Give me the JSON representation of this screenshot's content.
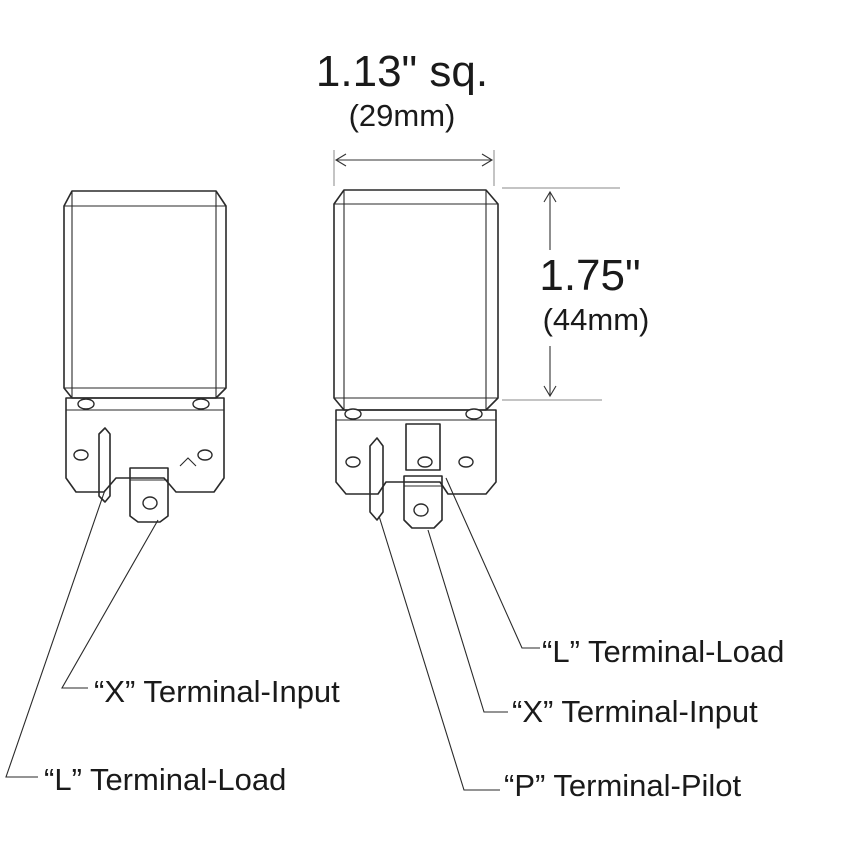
{
  "dimensions": {
    "width": {
      "main": "1.13\" sq.",
      "metric": "(29mm)"
    },
    "height": {
      "main": "1.75\"",
      "metric": "(44mm)"
    }
  },
  "labels": {
    "left_unit": {
      "x_terminal": "“X” Terminal-Input",
      "l_terminal": "“L” Terminal-Load"
    },
    "right_unit": {
      "l_terminal": "“L” Terminal-Load",
      "x_terminal": "“X” Terminal-Input",
      "p_terminal": "“P” Terminal-Pilot"
    }
  }
}
